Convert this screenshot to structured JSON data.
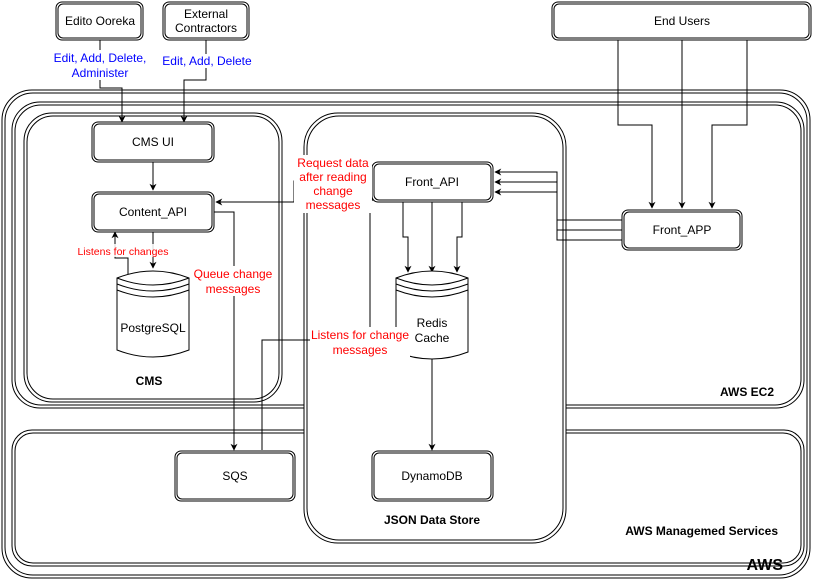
{
  "diagram": {
    "groups": {
      "aws": "AWS",
      "aws_ec2": "AWS EC2",
      "aws_managed": "AWS Managemed Services",
      "cms": "CMS",
      "json_store": "JSON Data Store"
    },
    "nodes": {
      "edito": "Edito Ooreka",
      "external_1": "External",
      "external_2": "Contractors",
      "end_users": "End Users",
      "cms_ui": "CMS UI",
      "content_api": "Content_API",
      "postgres": "PostgreSQL",
      "front_api": "Front_API",
      "redis_1": "Redis",
      "redis_2": "Cache",
      "front_app": "Front_APP",
      "sqs": "SQS",
      "dynamodb": "DynamoDB"
    },
    "edge_labels": {
      "edito_edit_1": "Edit, Add, Delete,",
      "edito_edit_2": "Administer",
      "external_edit": "Edit, Add, Delete",
      "listens_changes": "Listens for changes",
      "queue_1": "Queue change",
      "queue_2": "messages",
      "request_1": "Request data",
      "request_2": "after reading",
      "request_3": "change",
      "request_4": "messages",
      "listens_msg_1": "Listens for change",
      "listens_msg_2": "messages"
    },
    "colors": {
      "edge_label_user": "#0000ff",
      "edge_label_system": "#ff0000",
      "line": "#000000"
    }
  }
}
